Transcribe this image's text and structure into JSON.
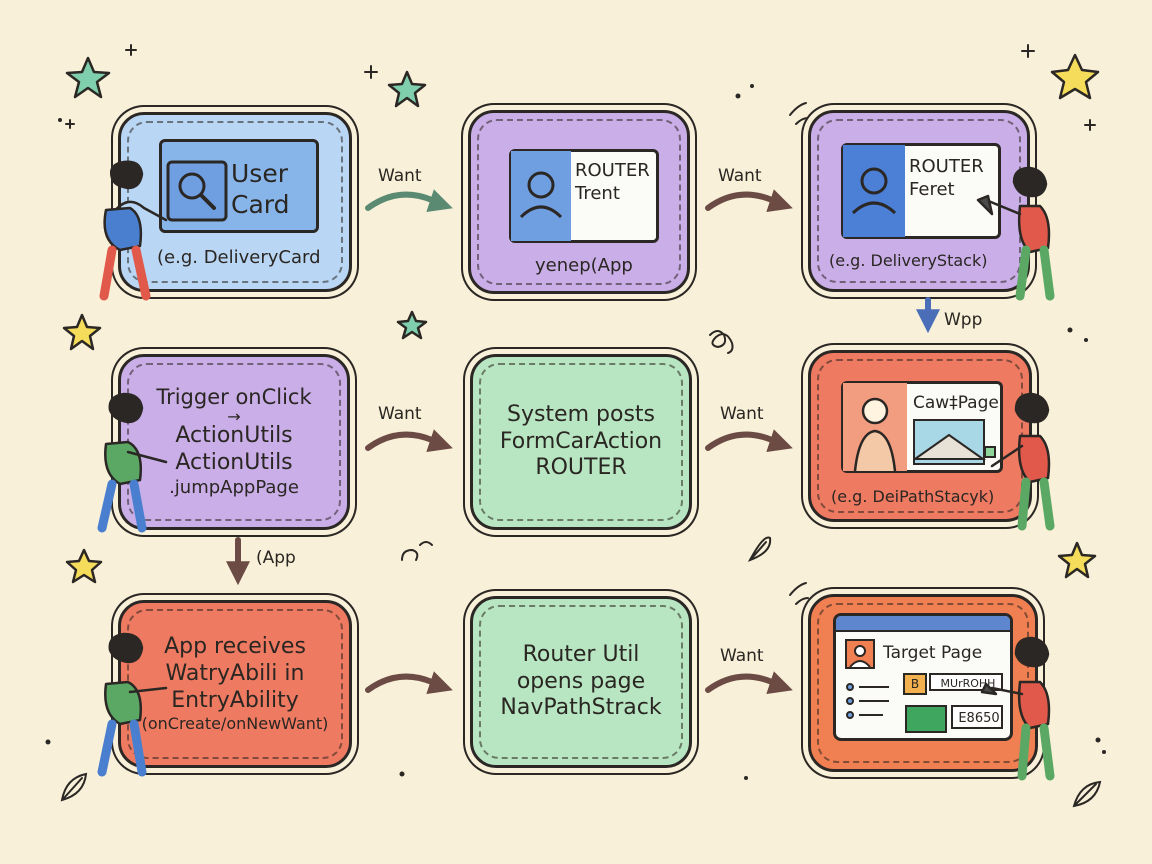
{
  "nodes": {
    "user_card": {
      "title_line1": "User",
      "title_line2": "Card",
      "caption": "(e.g. DeliveryCard"
    },
    "router_card": {
      "title_line1": "ROUTER",
      "title_line2": "Trent",
      "caption": "yenep(App"
    },
    "router_stack": {
      "title_line1": "ROUTER",
      "title_line2": "Feret",
      "caption": "(e.g. DeliveryStack)"
    },
    "trigger": {
      "line1": "Trigger onClick",
      "line2": "ActionUtils",
      "line3": "ActionUtils",
      "line4": ".jumpAppPage"
    },
    "system": {
      "line1": "System posts",
      "line2": "FormCarAction",
      "line3": "ROUTER"
    },
    "cardpage": {
      "title": "Caw‡Page",
      "caption": "(e.g. DeiPathStacyk)"
    },
    "app_receives": {
      "line1": "App receives",
      "line2": "WatryAbili in",
      "line3": "EntryAbility",
      "line4": "(onCreate/onNewWant)"
    },
    "router_util": {
      "line1": "Router Util",
      "line2": "opens page",
      "line3": "NavPathStrack"
    },
    "target_page": {
      "title": "Target Page",
      "badge": "B",
      "field": "MUrROHH",
      "code": "E8650"
    }
  },
  "edges": {
    "want1": "Want",
    "want2": "Want",
    "wpp": "Wpp",
    "want3": "Want",
    "want4": "Want",
    "app": "(App",
    "want5": "Want"
  },
  "colors": {
    "blue": "#b9d6f4",
    "purple": "#c9aee8",
    "green": "#b8e6c2",
    "red": "#ef7a62",
    "orange": "#f07f52",
    "background": "#f8f0d8"
  }
}
